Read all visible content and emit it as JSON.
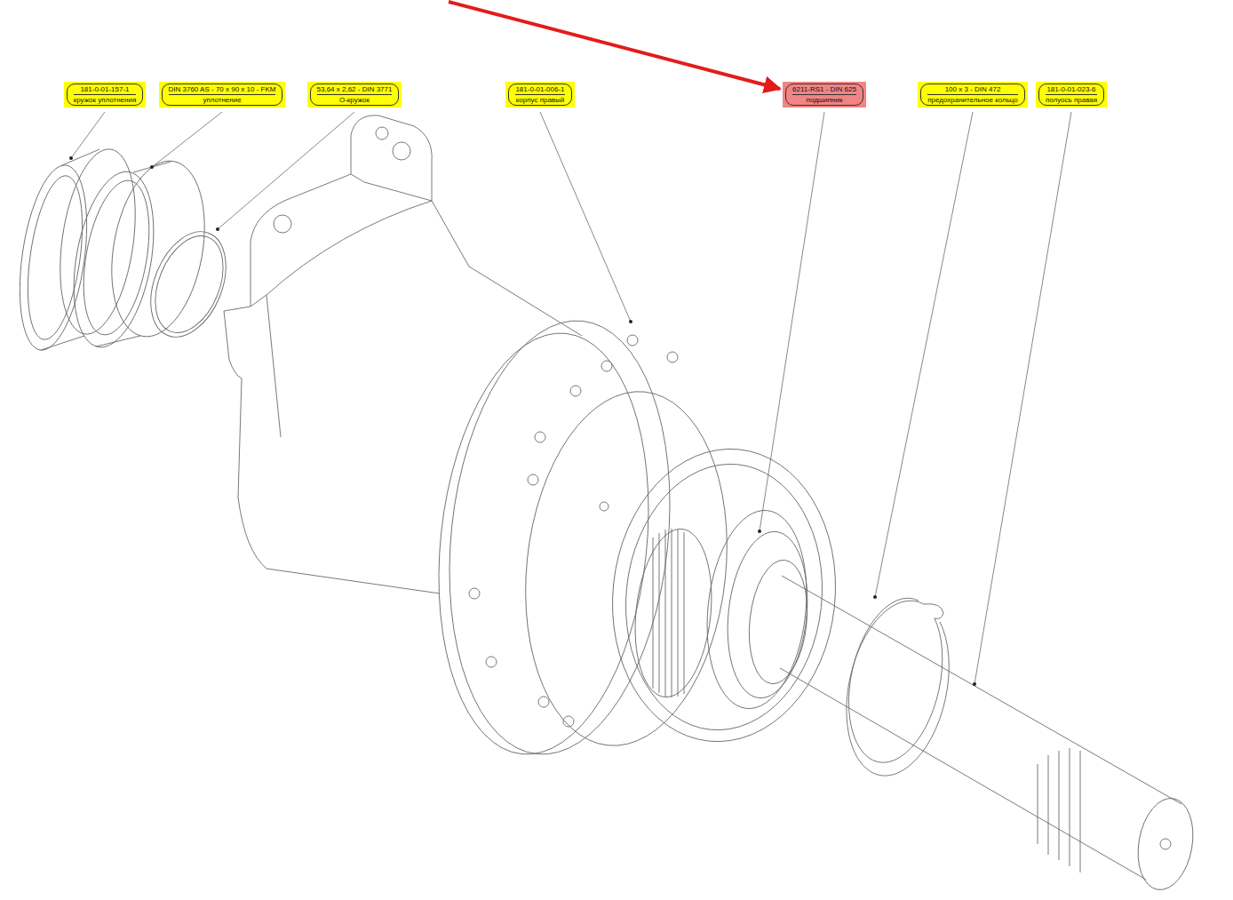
{
  "diagram": {
    "nodes": [
      {
        "text": [
          "181-0-01-157-1",
          "кружок уплотнения"
        ]
      },
      {
        "text": [
          "DIN 3760 AS - 70 x 90 x 10 - FKM",
          "уплотнение"
        ]
      },
      {
        "text": [
          "53,64 x 2,62 - DIN 3771",
          "O-кружок"
        ]
      },
      {
        "text": [
          "181-0-01-006-1",
          "корпус правый"
        ]
      },
      {
        "text": [
          "6211-RS1 - DIN 625",
          "подшипник"
        ]
      },
      {
        "text": [
          "100 x 3 - DIN 472",
          "предохранительное кольцо"
        ]
      },
      {
        "text": [
          "181-0-01-023-6",
          "полуось правая"
        ]
      }
    ]
  }
}
